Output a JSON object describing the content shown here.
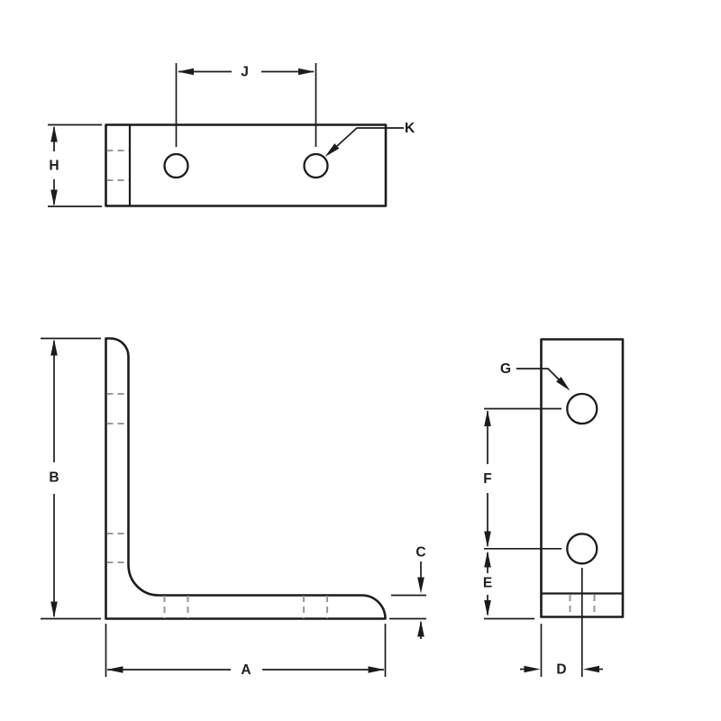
{
  "colors": {
    "background": "#ffffff",
    "line": "#1c1c1c",
    "hidden_line": "#9a9a9a"
  },
  "dimension_labels": {
    "top_view": {
      "hole_spacing": "J",
      "hole_diameter_callout": "K",
      "plate_height": "H"
    },
    "front_view": {
      "overall_width": "A",
      "overall_height": "B",
      "leg_thickness": "C"
    },
    "side_view": {
      "hole_diameter_callout": "G",
      "hole_spacing": "F",
      "bottom_edge_distance": "E",
      "hole_center_offset": "D"
    }
  }
}
